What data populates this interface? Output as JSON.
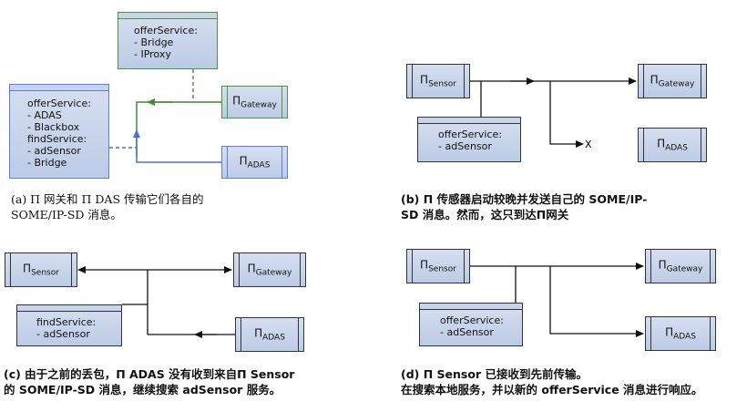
{
  "panel_a": {
    "offer_box": {
      "title": "offerService:",
      "items": [
        "- Bridge",
        "- IProxy"
      ]
    },
    "left_box": {
      "lines": [
        "offerService:",
        "- ADAS",
        "- Blackbox",
        "findService:",
        "- adSensor",
        "- Bridge"
      ]
    },
    "gateway": {
      "base": "Π",
      "sub": "Gateway"
    },
    "adas": {
      "base": "Π",
      "sub": "ADAS"
    },
    "caption": [
      "(a) Π 网关和 Π DAS 传输它们各自的",
      "SOME/IP-SD 消息。"
    ]
  },
  "panel_b": {
    "sensor": {
      "base": "Π",
      "sub": "Sensor"
    },
    "gateway": {
      "base": "Π",
      "sub": "Gateway"
    },
    "adas": {
      "base": "Π",
      "sub": "ADAS"
    },
    "box": {
      "title": "offerService:",
      "items": [
        "- adSensor"
      ]
    },
    "x_mark": "X",
    "caption": [
      "(b) Π 传感器启动较晚并发送自己的 SOME/IP-",
      "SD 消息。然而，这只到达Π网关"
    ]
  },
  "panel_c": {
    "sensor": {
      "base": "Π",
      "sub": "Sensor"
    },
    "gateway": {
      "base": "Π",
      "sub": "Gateway"
    },
    "adas": {
      "base": "Π",
      "sub": "ADAS"
    },
    "box": {
      "title": "findService:",
      "items": [
        "- adSensor"
      ]
    },
    "caption": [
      "(c) 由于之前的丢包，Π ADAS 没有收到来自Π Sensor",
      "的 SOME/IP-SD 消息，继续搜索 adSensor 服务。"
    ]
  },
  "panel_d": {
    "sensor": {
      "base": "Π",
      "sub": "Sensor"
    },
    "gateway": {
      "base": "Π",
      "sub": "Gateway"
    },
    "adas": {
      "base": "Π",
      "sub": "ADAS"
    },
    "box": {
      "title": "offerService:",
      "items": [
        "- adSensor"
      ]
    },
    "caption": [
      "(d) Π Sensor 已接收到先前传输。",
      "在搜索本地服务，并以新的 offerService 消息进行响应。"
    ]
  },
  "colors": {
    "green": "#4a9a3a",
    "blue": "#5a7de0",
    "black": "#333333",
    "box_fill": "#c9d5ec"
  }
}
